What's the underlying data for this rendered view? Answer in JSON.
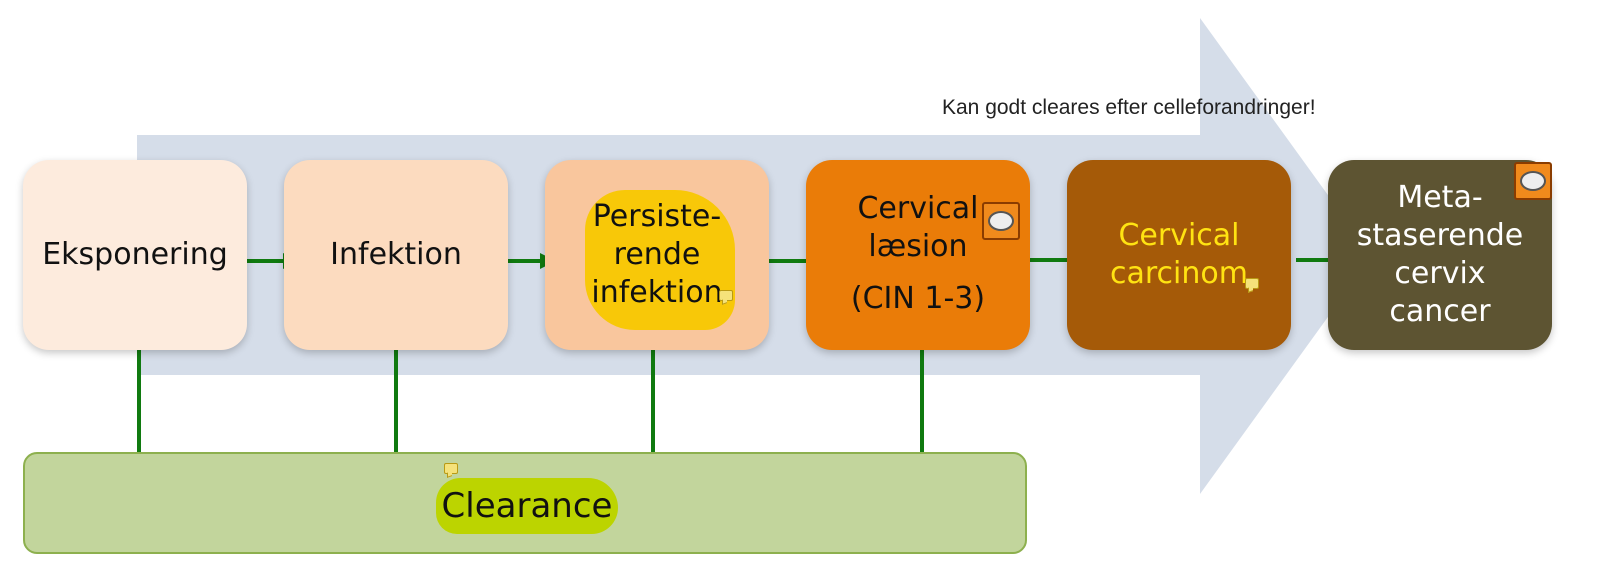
{
  "annotation": "Kan godt cleares efter celleforandringer!",
  "stages": [
    {
      "lines": [
        "Eksponering"
      ],
      "color": "#fdebdd",
      "text_color": "#111111"
    },
    {
      "lines": [
        "Infektion"
      ],
      "color": "#fcdbbf",
      "text_color": "#111111"
    },
    {
      "lines": [
        "Persiste-",
        "rende",
        "infektion"
      ],
      "color": "#f9c69d",
      "text_color": "#111111",
      "highlight": "#f8c800"
    },
    {
      "lines": [
        "Cervical",
        "læsion",
        "(CIN 1-3)"
      ],
      "color": "#ea7c08",
      "text_color": "#111111"
    },
    {
      "lines": [
        "Cervical",
        "carcinom"
      ],
      "color": "#a55a08",
      "text_color": "#ffe312"
    },
    {
      "lines": [
        "Meta-",
        "staserende",
        "cervix",
        "cancer"
      ],
      "color": "#5d5432",
      "text_color": "#ffffff"
    }
  ],
  "clearance": {
    "label": "Clearance",
    "color": "#c2d59c",
    "highlight": "#bcd400"
  },
  "colors": {
    "arrow": "#107a10",
    "background_arrow": "#d5dde9"
  },
  "icons": [
    "comment-icon",
    "note-icon"
  ]
}
